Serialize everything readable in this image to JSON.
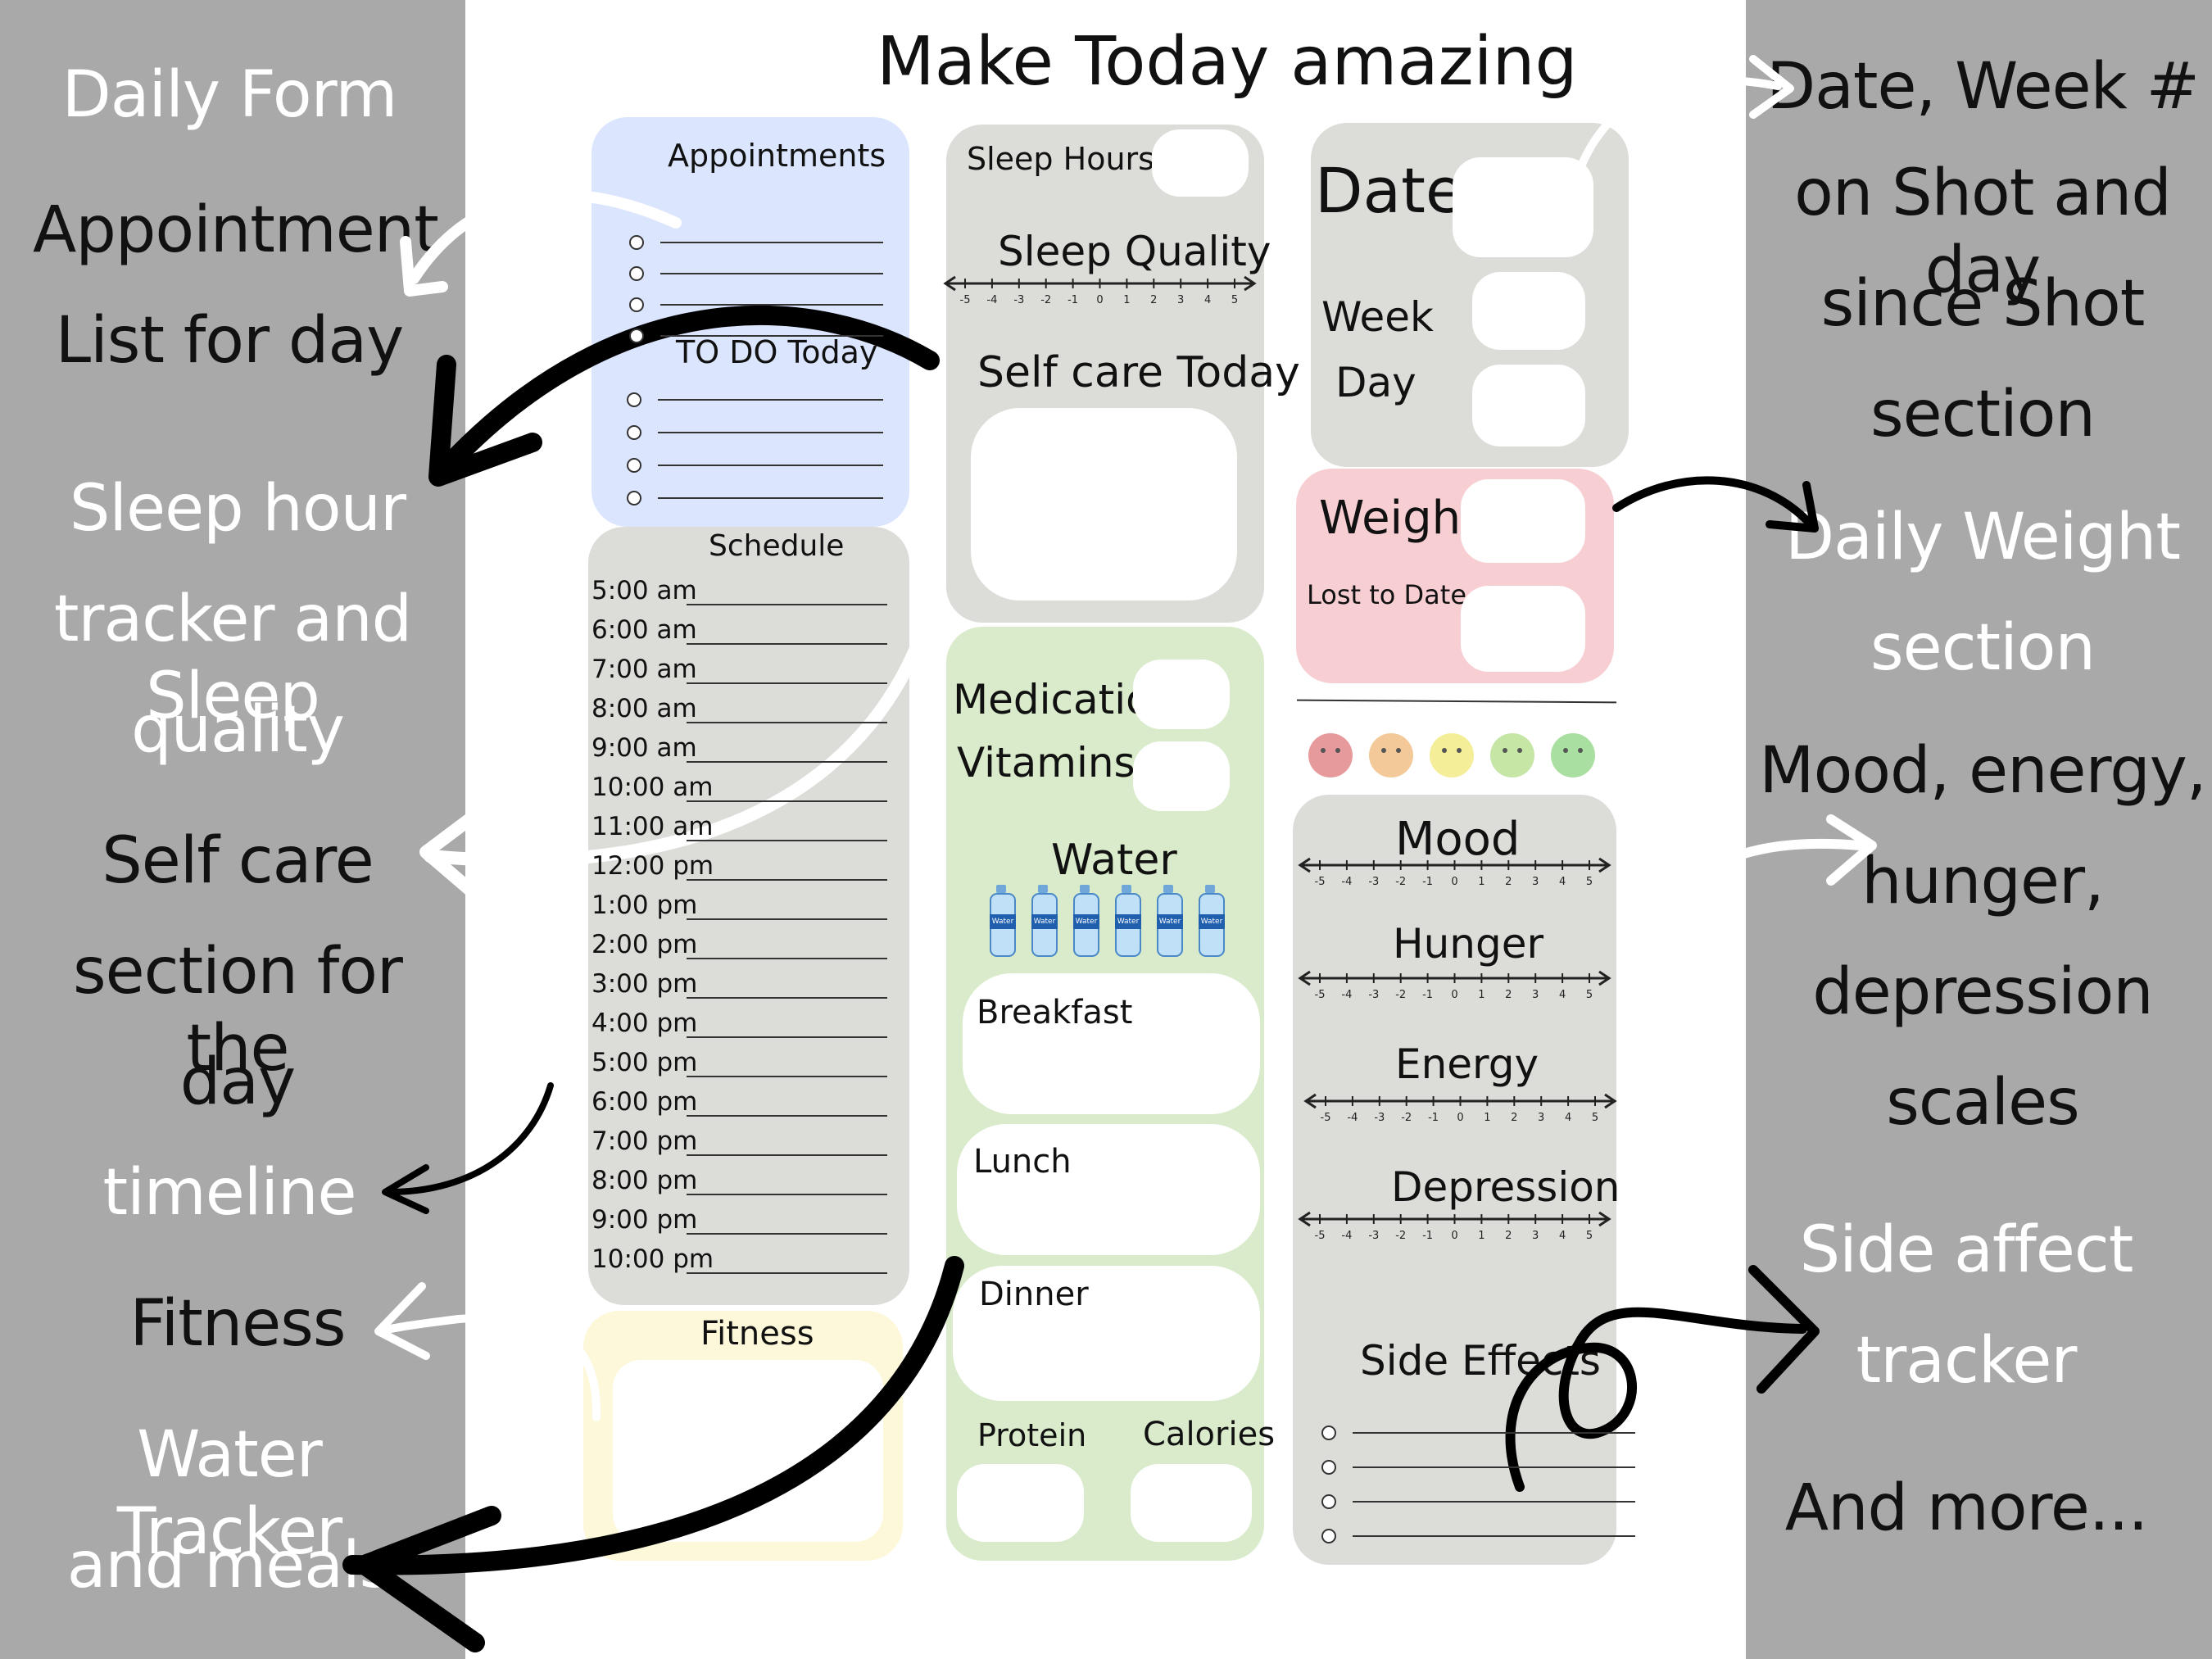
{
  "title": "Make Today amazing",
  "left_labels": [
    "Daily Form",
    "Appointment",
    "List for day",
    "Sleep hour",
    "tracker and Sleep",
    "quality",
    "Self care",
    "section for the",
    "day",
    "timeline",
    "Fitness",
    "Water Tracker",
    "and meals"
  ],
  "right_labels": [
    "Date, Week #",
    "on Shot and day",
    "since Shot",
    "section",
    "Daily Weight",
    "section",
    "Mood, energy,",
    "hunger,",
    "depression",
    "scales",
    "Side affect",
    "tracker",
    "And more..."
  ],
  "appointments": {
    "heading": "Appointments",
    "count": 4
  },
  "todo": {
    "heading": "TO DO Today",
    "count": 4
  },
  "schedule": {
    "heading": "Schedule",
    "times": [
      "5:00 am",
      "6:00 am",
      "7:00 am",
      "8:00 am",
      "9:00 am",
      "10:00 am",
      "11:00 am",
      "12:00 pm",
      "1:00 pm",
      "2:00 pm",
      "3:00 pm",
      "4:00 pm",
      "5:00 pm",
      "6:00 pm",
      "7:00 pm",
      "8:00 pm",
      "9:00 pm",
      "10:00 pm"
    ]
  },
  "fitness": {
    "heading": "Fitness"
  },
  "sleep": {
    "hours_label": "Sleep Hours",
    "quality_label": "Sleep Quality"
  },
  "self_care": {
    "label": "Self care Today"
  },
  "medication": {
    "med_label": "Medication",
    "vit_label": "Vitamins"
  },
  "water": {
    "label": "Water",
    "bottle_text": "Water",
    "count": 6
  },
  "meals": {
    "breakfast": "Breakfast",
    "lunch": "Lunch",
    "dinner": "Dinner",
    "protein": "Protein",
    "calories": "Calories"
  },
  "date_box": {
    "date_label": "Date",
    "week_label": "Week",
    "day_label": "Day"
  },
  "weight": {
    "weight_label": "Weight",
    "lost_label": "Lost to Date"
  },
  "mood_faces": [
    "#e79a9b",
    "#f4c99a",
    "#f5ee98",
    "#c6e6a5",
    "#a9dfa0"
  ],
  "scales": {
    "ticks": [
      "-5",
      "-4",
      "-3",
      "-2",
      "-1",
      "0",
      "1",
      "2",
      "3",
      "4",
      "5"
    ],
    "mood": "Mood",
    "hunger": "Hunger",
    "energy": "Energy",
    "depression": "Depression"
  },
  "side_effects": {
    "label": "Side Effects",
    "count": 4
  },
  "colors": {
    "side_gray": "#a9a9a9",
    "panel_gray": "#dcdcd8",
    "blue": "#dbe5fd",
    "green": "#d9ebcb",
    "pink": "#f7cfd3",
    "yellow": "#fdf8da"
  }
}
